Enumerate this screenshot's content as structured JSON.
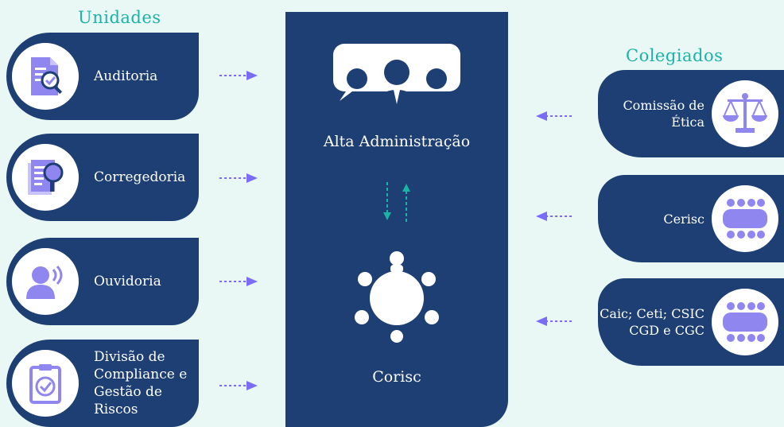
{
  "headings": {
    "unidades": "Unidades",
    "colegiados": "Colegiados"
  },
  "units": [
    {
      "label": "Auditoria",
      "icon": "audit-document-icon"
    },
    {
      "label": "Corregedoria",
      "icon": "document-magnifier-icon"
    },
    {
      "label": "Ouvidoria",
      "icon": "speaking-person-icon"
    },
    {
      "label": "Divisão de Compliance e Gestão de Riscos",
      "icon": "clipboard-check-icon"
    }
  ],
  "colegiados": [
    {
      "label": "Comissão de Ética",
      "icon": "scales-icon"
    },
    {
      "label": "Cerisc",
      "icon": "meeting-table-icon"
    },
    {
      "label": "Caic; Ceti; CSIC CGD e CGC",
      "icon": "meeting-table-icon"
    }
  ],
  "center": {
    "top_label": "Alta Administração",
    "bottom_label": "Corisc",
    "top_icon": "executives-group-icon",
    "bottom_icon": "round-table-meeting-icon"
  },
  "colors": {
    "navy": "#1d3f74",
    "teal": "#1bb3a6",
    "purple_arrow": "#7b6cf6",
    "icon_purple": "#8f86f0",
    "background": "#e9f8f5"
  }
}
